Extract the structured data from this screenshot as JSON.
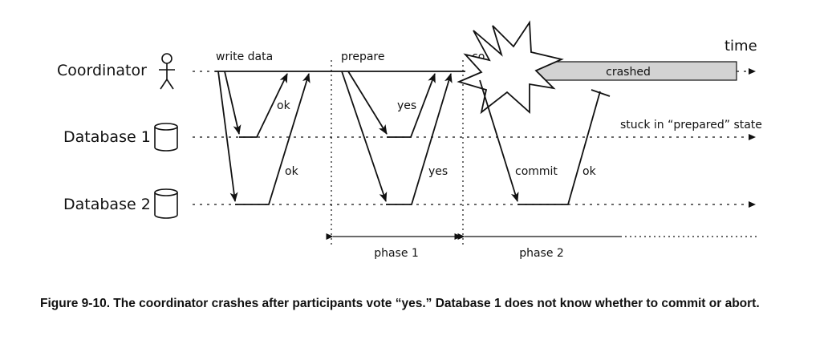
{
  "participants": {
    "coordinator": "Coordinator",
    "database1": "Database 1",
    "database2": "Database 2"
  },
  "labels": {
    "write_data": "write data",
    "prepare": "prepare",
    "commit_partial": "co",
    "time": "time",
    "crashed": "crashed",
    "stuck": "stuck in “prepared” state",
    "ok": "ok",
    "yes": "yes",
    "commit": "commit",
    "phase1": "phase 1",
    "phase2": "phase 2"
  },
  "colors": {
    "line": "#111111",
    "crashed_fill": "#d3d3d3"
  },
  "caption": "Figure 9-10. The coordinator crashes after participants vote “yes.” Database 1 does not know whether to commit or abort."
}
